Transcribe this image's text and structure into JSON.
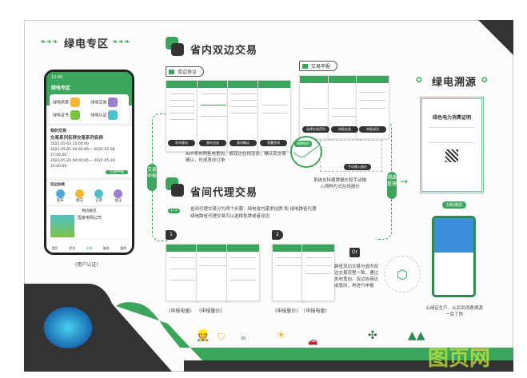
{
  "left": {
    "title": "绿电专区",
    "caption": "(用户认证)",
    "phone": {
      "time": "12:00",
      "header": "绿电专区",
      "tiles": [
        "绿电供需",
        "绿电交易",
        "绿电证书",
        "绿电认证"
      ],
      "section_trade": "我的交易",
      "more": "更多",
      "trade_title": "交易系列名称交易系列名称",
      "trade_lines": [
        "2021-05-03 15:00:00",
        "2021-05-01 00:00:00 ~ 2021-05-08 17:00:00",
        "2021-05-20 00:00:00 ~ 2021-05-29 15:00:00"
      ],
      "apply_btn": "立即申报",
      "section_bilateral": "双边协商",
      "bilateral_icons": [
        "发布",
        "意向",
        "订单",
        "协议"
      ],
      "section_info": "精选推荐",
      "company": "国家电网公司",
      "tabbar": [
        "首页",
        "资讯",
        "交易",
        "服务",
        "我的"
      ]
    }
  },
  "provincial": {
    "title": "省内双边交易",
    "tag1": "双边协议",
    "tag2": "交易申报",
    "pills1": [
      "发布意向",
      "意向洽谈",
      "意向确认",
      "签署合同"
    ],
    "pills2": [
      "选择交易序列",
      "申报交易",
      "申报成功"
    ],
    "caption1": "APP发布购售电意向，或双边在线洽谈，确认后交易确认，形成意向订单",
    "chart_pill": "摘牌报价",
    "chart_pill2": "手动输入报价",
    "caption2": "系统支持摘牌报价和手动输入两种方式在线报价"
  },
  "inter": {
    "title": "省间代理交易",
    "badge": "•••",
    "desc1": "省间代理交易分为两个步骤：绿电省内需求挂牌 和 绿电跨省代理",
    "desc2": "绿电跨省代理交易可以选择挂牌或者双边",
    "step1": "1",
    "step2": "2",
    "or": "Or",
    "labels": [
      "(申报电量)",
      "(申报量价)",
      "(申报量价)",
      "(申报电量)"
    ],
    "or_text": "跨省双边交易与省内双边交易流程一致，通过发布意向、双边协商达成意向，再进行申报"
  },
  "vertical": {
    "left": "交易申报",
    "right": "溯源管理"
  },
  "trace": {
    "title": "绿电溯源",
    "cert_title": "绿色电力消费证明",
    "scan_btn": "扫码溯源",
    "caption": "从绿证生产、从后到消费溯源一目了然"
  },
  "watermark": "图页网",
  "colors": {
    "green": "#3aa55b",
    "dark": "#333333"
  }
}
